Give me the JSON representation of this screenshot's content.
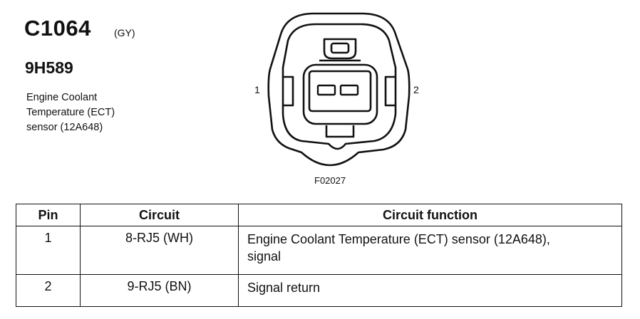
{
  "connector": {
    "id": "C1064",
    "color_code": "(GY)",
    "part_number": "9H589",
    "description_lines": [
      "Engine Coolant",
      "Temperature (ECT)",
      "sensor (12A648)"
    ]
  },
  "diagram": {
    "pin_left_label": "1",
    "pin_right_label": "2",
    "figure_id": "F02027"
  },
  "table": {
    "headers": [
      "Pin",
      "Circuit",
      "Circuit function"
    ],
    "rows": [
      {
        "pin": "1",
        "circuit": "8-RJ5 (WH)",
        "function_lines": [
          "Engine Coolant Temperature (ECT) sensor (12A648),",
          "signal"
        ]
      },
      {
        "pin": "2",
        "circuit": "9-RJ5 (BN)",
        "function_lines": [
          "Signal return"
        ]
      }
    ]
  }
}
